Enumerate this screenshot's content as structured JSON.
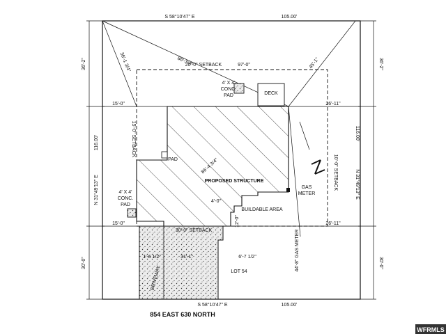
{
  "boundary": {
    "top_bearing": "S 58°10'47\" E",
    "top_length": "105.00'",
    "bottom_bearing": "S 58°10'47\" E",
    "bottom_length": "105.00'",
    "left_bearing": "N 31°49'13\" E",
    "left_length": "116.00'",
    "right_bearing": "N 31°49'13\" E",
    "right_length": "116.00'"
  },
  "dimensions": {
    "left_top": "36'-2\"",
    "right_top": "36'-2\"",
    "left_bottom": "30'-0\"",
    "right_bottom": "30'-0\"",
    "left_setback_top": "15'-0\"",
    "left_setback_bottom": "15'-0\"",
    "right_setback_top": "26'-11\"",
    "right_setback_bottom": "26'-11\"",
    "diag_left": "36'-1 3/4\"",
    "diag_main": "86'-3/4\"",
    "diag_right": "45'-1\"",
    "front_setback_top": "20'-0\" SETBACK",
    "front_setback_length": "97'-0\"",
    "side_setback_left": "15'-0\" SETBACK",
    "side_setback_right": "10'-0\" SETBACK",
    "rear_setback": "30'-0\" SETBACK",
    "structure_diag": "86'-4 3/4\"",
    "notch_width": "4'-0\"",
    "notch_depth": "12'-0\"",
    "drive_left": "1'-6 1/2\"",
    "drive_width": "31'-1\"",
    "offset": "6'-7 1/2\"",
    "gas_meter_dim": "44'-8\" GAS METER"
  },
  "labels": {
    "deck": "DECK",
    "pad_top_line1": "4' X 4'",
    "pad_top_line2": "CONC.",
    "pad_top_line3": "PAD",
    "pad_mid": "PAD",
    "pad_left_line1": "4' X 4'",
    "pad_left_line2": "CONC.",
    "pad_left_line3": "PAD",
    "proposed_structure": "PROPOSED STRUCTURE",
    "buildable_area": "BUILDABLE AREA",
    "gas_line1": "GAS",
    "gas_line2": "METER",
    "driveway": "DRIVEWAY",
    "lot": "LOT 54",
    "north": "N",
    "address": "854 EAST 630 NORTH",
    "watermark": "WFRMLS"
  },
  "colors": {
    "ink": "#111111",
    "stipple": "#e6e6e6",
    "watermark_bg": "#333333"
  }
}
